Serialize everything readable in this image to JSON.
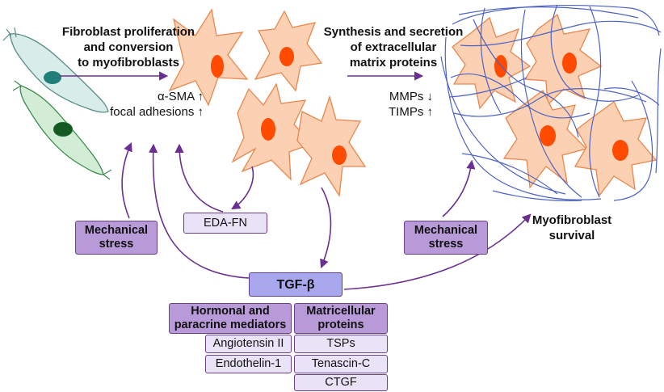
{
  "labels": {
    "proliferation": [
      "Fibroblast proliferation",
      "and conversion",
      "to myofibroblasts"
    ],
    "sma": "α-SMA ↑",
    "focal": "focal adhesions ↑",
    "synthesis": [
      "Synthesis and secretion",
      "of extracellular",
      "matrix proteins"
    ],
    "mmps": "MMPs ↓",
    "timps": "TIMPs ↑",
    "survival": [
      "Myofibroblast",
      "survival"
    ]
  },
  "boxes": {
    "mechanical_stress_left": [
      "Mechanical",
      "stress"
    ],
    "edafn": "EDA-FN",
    "mechanical_stress_right": [
      "Mechanical",
      "stress"
    ],
    "tgfb": "TGF-β",
    "hormonal": [
      "Hormonal and",
      "paracrine mediators"
    ],
    "matricellular": [
      "Matricellular",
      "proteins"
    ],
    "angiotensin": "Angiotensin II",
    "endothelin": "Endothelin-1",
    "tsps": "TSPs",
    "tenascin": "Tenascin-C",
    "ctgf": "CTGF"
  },
  "colors": {
    "arrow": "#6a2f91",
    "cell_fill": "#fcd0b2",
    "cell_stroke": "#e7874e",
    "nucleus": "#ff4a00",
    "matrix": "#4d63c2",
    "fibroblast_blue": "#d8ece9",
    "fibroblast_green": "#d2ecd6"
  }
}
